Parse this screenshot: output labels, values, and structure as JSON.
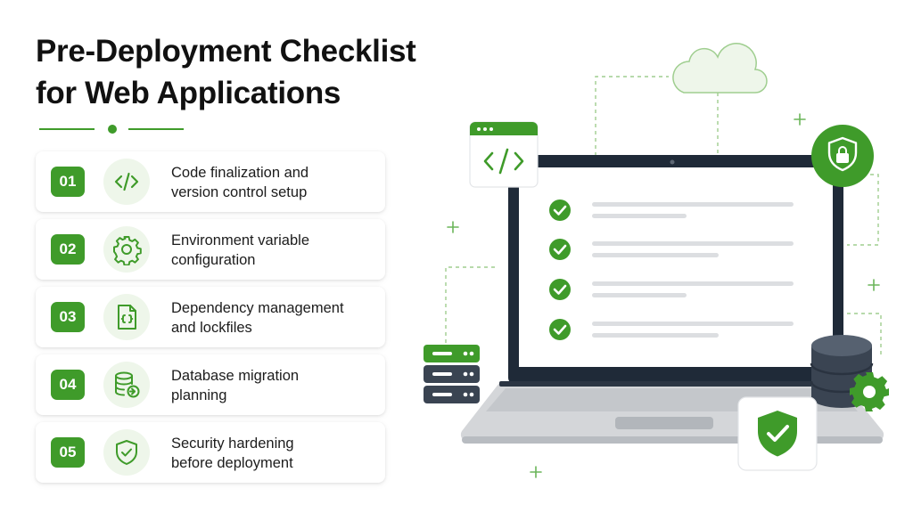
{
  "title": {
    "line1": "Pre-Deployment Checklist",
    "line2": "for Web Applications"
  },
  "steps": [
    {
      "number": "01",
      "line1": "Code finalization and",
      "line2": "version control setup",
      "icon": "code-icon"
    },
    {
      "number": "02",
      "line1": "Environment variable",
      "line2": "configuration",
      "icon": "gear-icon"
    },
    {
      "number": "03",
      "line1": "Dependency management",
      "line2": "and lockfiles",
      "icon": "file-braces-icon"
    },
    {
      "number": "04",
      "line1": "Database migration",
      "line2": "planning",
      "icon": "database-arrow-icon"
    },
    {
      "number": "05",
      "line1": "Security hardening",
      "line2": "before deployment",
      "icon": "shield-check-icon"
    }
  ],
  "colors": {
    "accent": "#3f9b2a",
    "accent_light": "#eef6ea",
    "dark": "#1f2a38",
    "gray": "#d9dadc"
  },
  "illustration": {
    "code_window": "code-window-icon",
    "cloud": "cloud-icon",
    "lock_badge": "lock-shield-icon",
    "server": "server-rack-icon",
    "database": "database-icon",
    "gear": "gear-icon",
    "shield_badge": "shield-check-icon",
    "checklist_items": 4
  }
}
